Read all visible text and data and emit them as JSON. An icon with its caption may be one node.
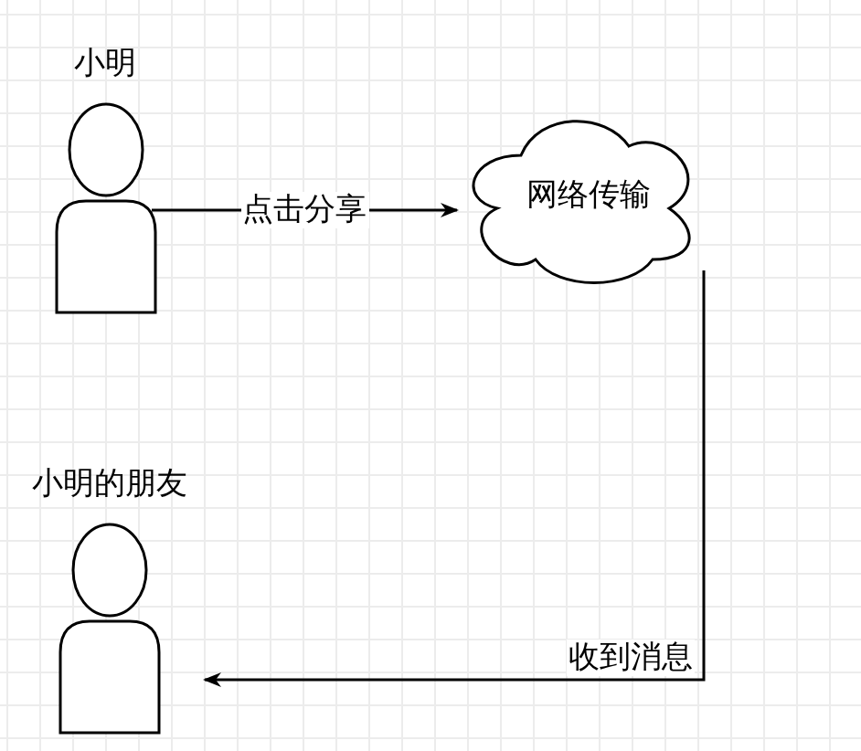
{
  "diagram": {
    "nodes": [
      {
        "text": [
          "小明"
        ]
      },
      {
        "text": [
          "网络传输"
        ]
      },
      {
        "text": [
          "小明的朋友"
        ]
      }
    ],
    "edges": [
      {
        "from": 0,
        "to": 1,
        "arrow": "to",
        "label": "点击分享"
      },
      {
        "from": 1,
        "to": 2,
        "arrow": "to",
        "label": "收到消息"
      }
    ]
  }
}
